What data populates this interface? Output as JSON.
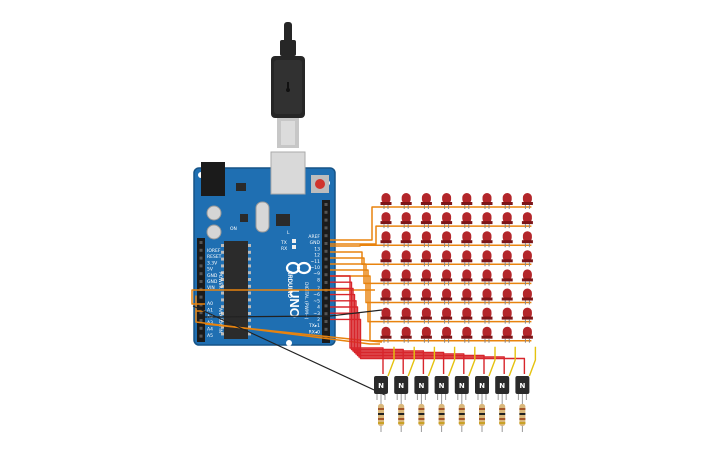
{
  "colors": {
    "board": "#1f6fb2",
    "board_dark": "#165487",
    "led": "#b3262a",
    "led_dark": "#7d1518",
    "wire_orange": "#e8830e",
    "wire_red": "#d8252b",
    "wire_yellow": "#e5c20f",
    "wire_black": "#222222",
    "transistor": "#2a2a2a",
    "resistor": "#d9b77a",
    "usb_cable": "#262626",
    "usb_plug": "#c7c7c7"
  },
  "icons": {
    "usb_cable": "usb-cable-icon",
    "arduino_logo": "arduino-infinity-logo-icon"
  },
  "arduino": {
    "brand": "ARDUINO",
    "model": "UNO",
    "header_top_labels": [
      "AREF",
      "GND",
      "13",
      "12",
      "~11",
      "~10",
      "~9",
      "8"
    ],
    "header_digital_labels": [
      "7",
      "~6",
      "~5",
      "4",
      "~3",
      "2",
      "TX▸1",
      "RX◂0"
    ],
    "digital_label": "DIGITAL (PWM~)",
    "power_labels": [
      "IOREF",
      "RESET",
      "3.3V",
      "5V",
      "GND",
      "GND",
      "VIN"
    ],
    "power_header_label": "POWER",
    "analog_labels": [
      "A0",
      "A1",
      "A2",
      "A3",
      "A4",
      "A5"
    ],
    "analog_header_label": "ANALOG IN",
    "led_labels": [
      "L",
      "TX",
      "RX"
    ],
    "on_label": "ON"
  },
  "led_matrix": {
    "rows": 8,
    "cols": 8
  },
  "transistors": {
    "count": 8,
    "label": "N"
  },
  "resistors": {
    "count": 8
  }
}
